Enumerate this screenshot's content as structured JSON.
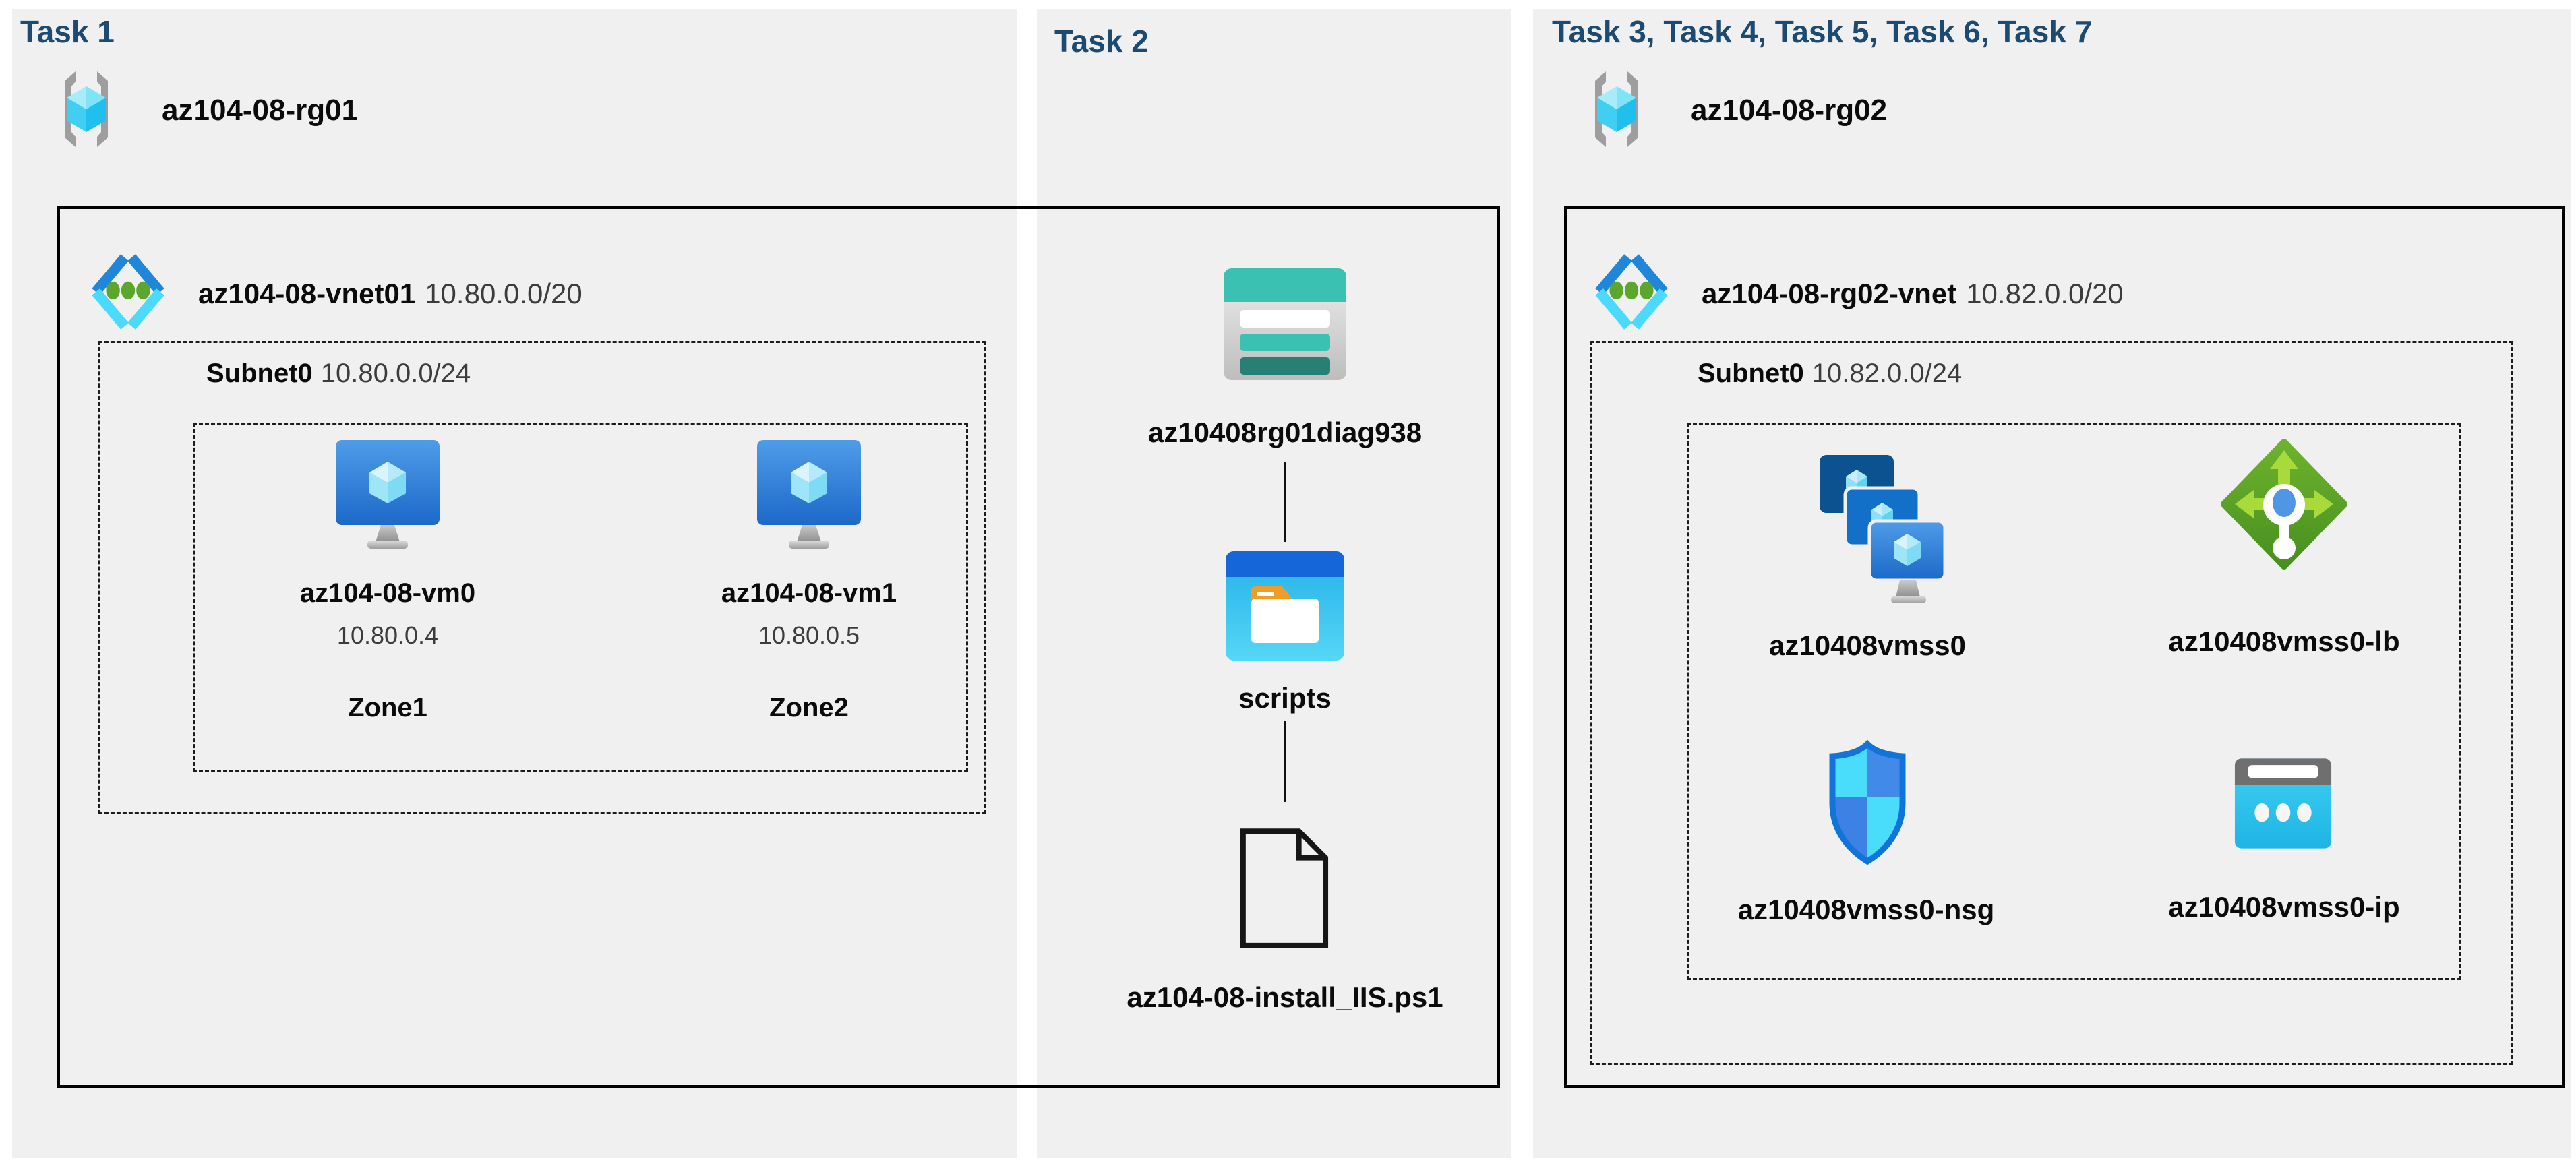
{
  "colors": {
    "task_title": "#1b4a73",
    "panel_bg": "#f0f0f0",
    "box_border": "#000000",
    "vm_blue": "#1c69c9",
    "storage_teal": "#3bc1b2",
    "lb_green": "#5ea62b",
    "nsg_blue": "#1174da",
    "ip_cyan": "#2fc5ec"
  },
  "task1": {
    "title": "Task 1",
    "resource_group": "az104-08-rg01",
    "vnet": {
      "name": "az104-08-vnet01",
      "cidr": "10.80.0.0/20"
    },
    "subnet": {
      "name": "Subnet0",
      "cidr": "10.80.0.0/24"
    },
    "vms": [
      {
        "name": "az104-08-vm0",
        "ip": "10.80.0.4",
        "zone": "Zone1"
      },
      {
        "name": "az104-08-vm1",
        "ip": "10.80.0.5",
        "zone": "Zone2"
      }
    ]
  },
  "task2": {
    "title": "Task 2",
    "storage_account": "az10408rg01diag938",
    "container": "scripts",
    "script_file": "az104-08-install_IIS.ps1"
  },
  "task3": {
    "title": "Task 3, Task 4, Task 5, Task 6, Task 7",
    "resource_group": "az104-08-rg02",
    "vnet": {
      "name": "az104-08-rg02-vnet",
      "cidr": "10.82.0.0/20"
    },
    "subnet": {
      "name": "Subnet0",
      "cidr": "10.82.0.0/24"
    },
    "resources": {
      "vmss": "az10408vmss0",
      "load_balancer": "az10408vmss0-lb",
      "nsg": "az10408vmss0-nsg",
      "public_ip": "az10408vmss0-ip"
    }
  }
}
